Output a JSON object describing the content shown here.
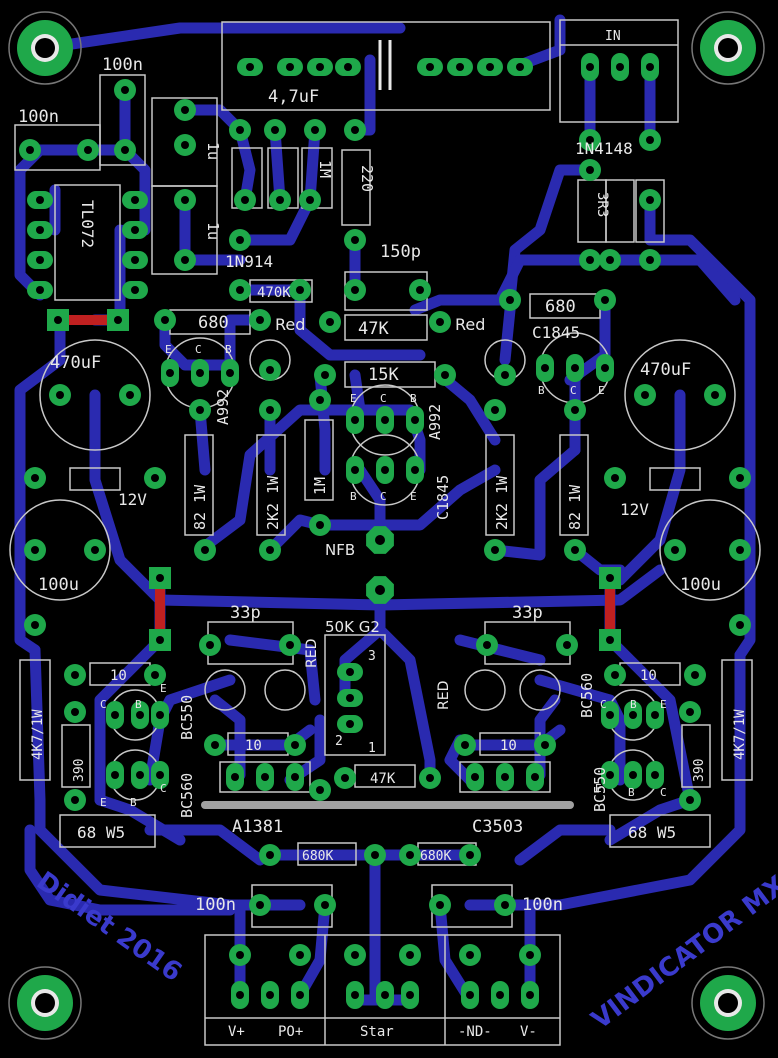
{
  "board": {
    "caps": {
      "c_4u7": "4,7uF",
      "c_100n_top": "100n",
      "c_100n_left": "100n",
      "c_1u_a": "1u",
      "c_1u_b": "1u",
      "c_150p": "150p",
      "c_470u_left": "470uF",
      "c_470u_right": "470uF",
      "c_100u_left": "100u",
      "c_100u_right": "100u",
      "c_33p_left": "33p",
      "c_33p_right": "33p",
      "c_100n_bl": "100n",
      "c_100n_br": "100n"
    },
    "resistors": {
      "r_1m_top": "1M",
      "r_220": "220",
      "r_470k": "470K",
      "r_680_left": "680",
      "r_47k_mid": "47K",
      "r_680_right": "680",
      "r_15k": "15K",
      "r_82_left": "82 1W",
      "r_2k2_left": "2K2 1W",
      "r_1m_mid": "1M",
      "r_2k2_right": "2K2 1W",
      "r_82_right": "82 1W",
      "r_3r3": "3R3",
      "r_10_tl": "10",
      "r_10_ml": "10",
      "r_10_tr": "10",
      "r_10_mr": "10",
      "r_390_left": "390",
      "r_390_right": "390",
      "r_4k7_left": "4K7/1W",
      "r_4k7_right": "4K7/1W",
      "r_68_left": "68 W5",
      "r_68_right": "68 W5",
      "r_47k_bot": "47K",
      "r_680k_left": "680K",
      "r_680k_right": "680K"
    },
    "semis": {
      "tl072": "TL072",
      "n1n914": "1N914",
      "n1n4148": "1N4148",
      "c1845_right": "C1845",
      "a992_left": "A992",
      "a992_mid": "A992",
      "c1845_mid": "C1845",
      "bc560_left": "BC560",
      "bc550_left": "BC550",
      "bc560_right": "BC560",
      "bc550_right": "BC550",
      "a1381": "A1381",
      "c3503": "C3503",
      "led_red_l": "Red",
      "led_red_r": "Red",
      "led_red_bl": "RED",
      "led_red_br": "RED",
      "zener_left": "12V",
      "zener_right": "12V"
    },
    "pins": {
      "e": "E",
      "c": "C",
      "b": "B"
    },
    "misc": {
      "in": "IN",
      "nfb": "NFB",
      "pot": "50K G2",
      "pot_pin1": "1",
      "pot_pin2": "2",
      "pot_pin3": "3"
    },
    "connector": {
      "v_plus": "V+",
      "po_plus": "PO+",
      "star": "Star",
      "nd_minus": "-ND-",
      "v_minus": "V-"
    },
    "credits": {
      "author": "Didiet 2016",
      "name": "VINDICATOR MX"
    },
    "colors": {
      "trace": "#2a2ab0",
      "pad": "#1fa84a",
      "jumper": "#c02020",
      "silkscreen": "#e8e8e8"
    }
  }
}
